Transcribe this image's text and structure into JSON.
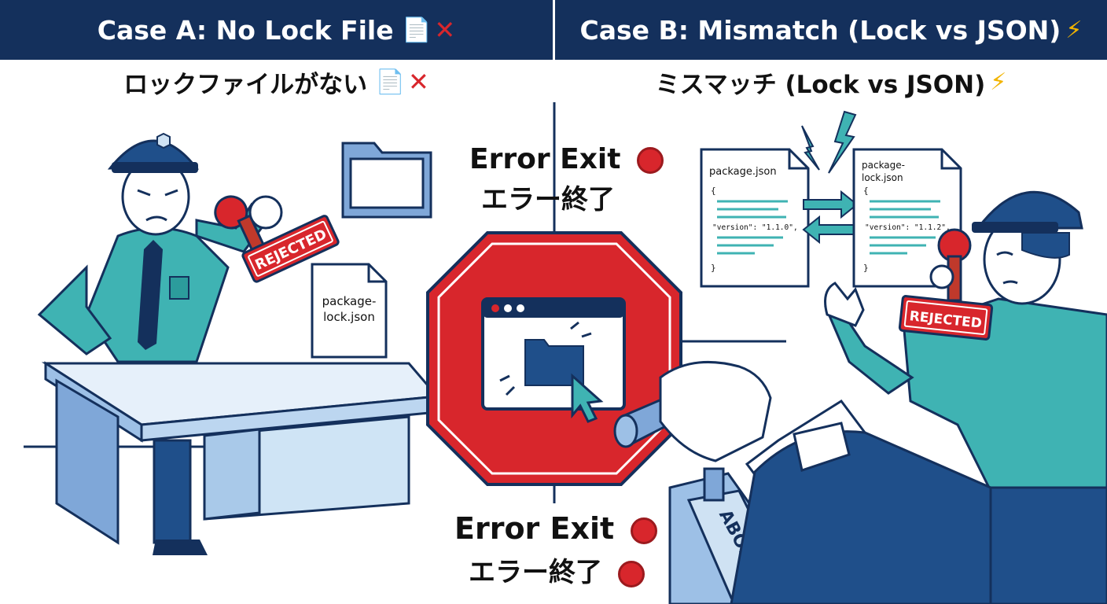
{
  "header": {
    "case_a": "Case A: No Lock File",
    "case_b": "Case B: Mismatch (Lock vs JSON)"
  },
  "subtitle": {
    "case_a_ja": "ロックファイルがない",
    "case_b_ja": "ミスマッチ (Lock vs JSON)"
  },
  "center": {
    "error_exit_en": "Error Exit",
    "error_exit_ja": "エラー終了"
  },
  "case_a": {
    "stamp_label": "REJECTED",
    "doc_label_line1": "package-",
    "doc_label_line2": "lock.json"
  },
  "case_b": {
    "left_doc": {
      "title": "package.json",
      "open_brace": "{",
      "version_line": "\"version\": \"1.1.0\",",
      "close_brace": "}"
    },
    "right_doc": {
      "title_line1": "package-",
      "title_line2": "lock.json",
      "open_brace": "{",
      "version_line": "\"version\": \"1.1.2\",",
      "close_brace": "}"
    },
    "stamp_label": "REJECTED",
    "abort_label": "ABORT"
  },
  "icons": {
    "document": "document-icon",
    "cross": "cross-mark-icon",
    "lightning": "lightning-icon",
    "stop": "stop-sign-icon",
    "folder": "folder-icon",
    "cursor": "cursor-icon"
  },
  "colors": {
    "navy": "#14305c",
    "red": "#d8262c",
    "teal": "#3fb3b3",
    "light_blue": "#cfe2f3"
  }
}
